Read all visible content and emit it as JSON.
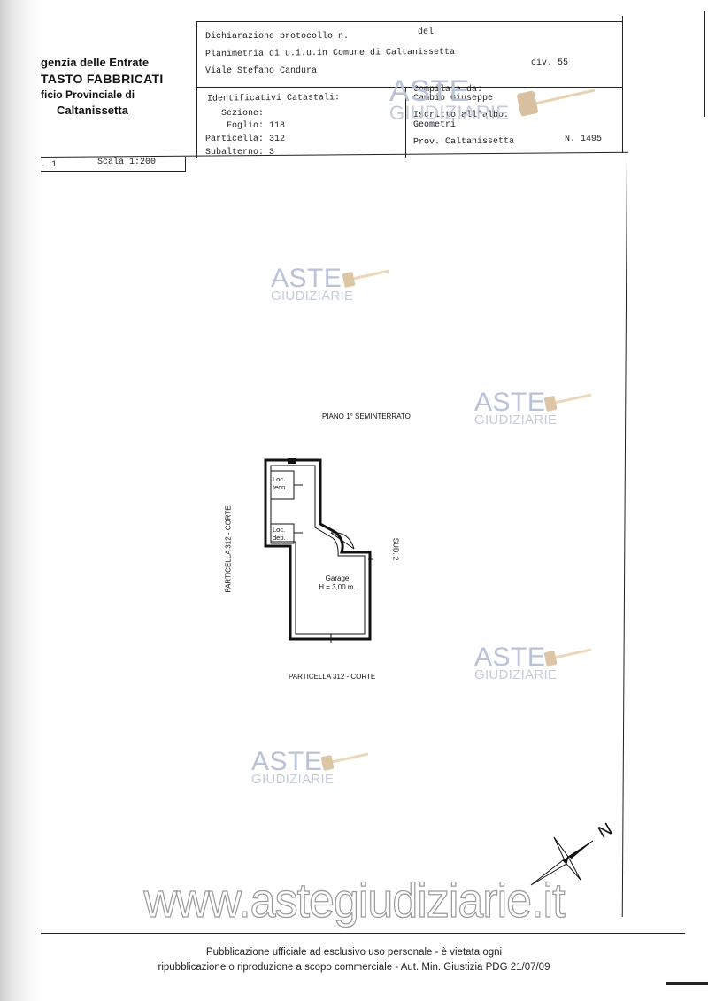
{
  "agency": {
    "line1": "genzia delle Entrate",
    "line2": "TASTO FABBRICATI",
    "line3": "ficio Provinciale di",
    "line4": "Caltanissetta"
  },
  "header": {
    "dichiarazione": "Dichiarazione protocollo n.",
    "del": "del",
    "planimetria": "Planimetria di u.i.u.in Comune di Caltanissetta",
    "viale": "Viale Stefano Candura",
    "civ": "civ. 55"
  },
  "ident": {
    "title": "Identificativi Catastali:",
    "sezione": "Sezione:",
    "foglio": "Foglio: 118",
    "particella": "Particella: 312",
    "subalterno": "Subalterno: 3"
  },
  "compilata": {
    "label": "Compilata da:",
    "name": "Cambio Giuseppe",
    "iscritto": "Iscritto all'albo:",
    "albo": "Geometri",
    "prov": "Prov. Caltanissetta",
    "num": "N. 1495"
  },
  "scale": {
    "sheet": ". 1",
    "label": "Scala 1:200"
  },
  "watermark": {
    "aste": "ASTE",
    "giudiziarie": "GIUDIZIARIE",
    "site": "www.astegiudiziarie.it"
  },
  "plan": {
    "floor": "PIANO 1° SEMINTERRATO",
    "loc1a": "Loc.",
    "loc1b": "tecn.",
    "loc2a": "Loc.",
    "loc2b": "dep.",
    "garage": "Garage",
    "height": "H = 3,00 m.",
    "left_label": "PARTICELLA 312 - CORTE",
    "bottom_label": "PARTICELLA 312 - CORTE",
    "right_label": "SUB. 2",
    "north": "N"
  },
  "footer": {
    "line1": "Pubblicazione ufficiale ad esclusivo uso personale - è vietata ogni",
    "line2": "ripubblicazione o riproduzione a scopo commerciale - Aut. Min. Giustizia PDG 21/07/09"
  }
}
